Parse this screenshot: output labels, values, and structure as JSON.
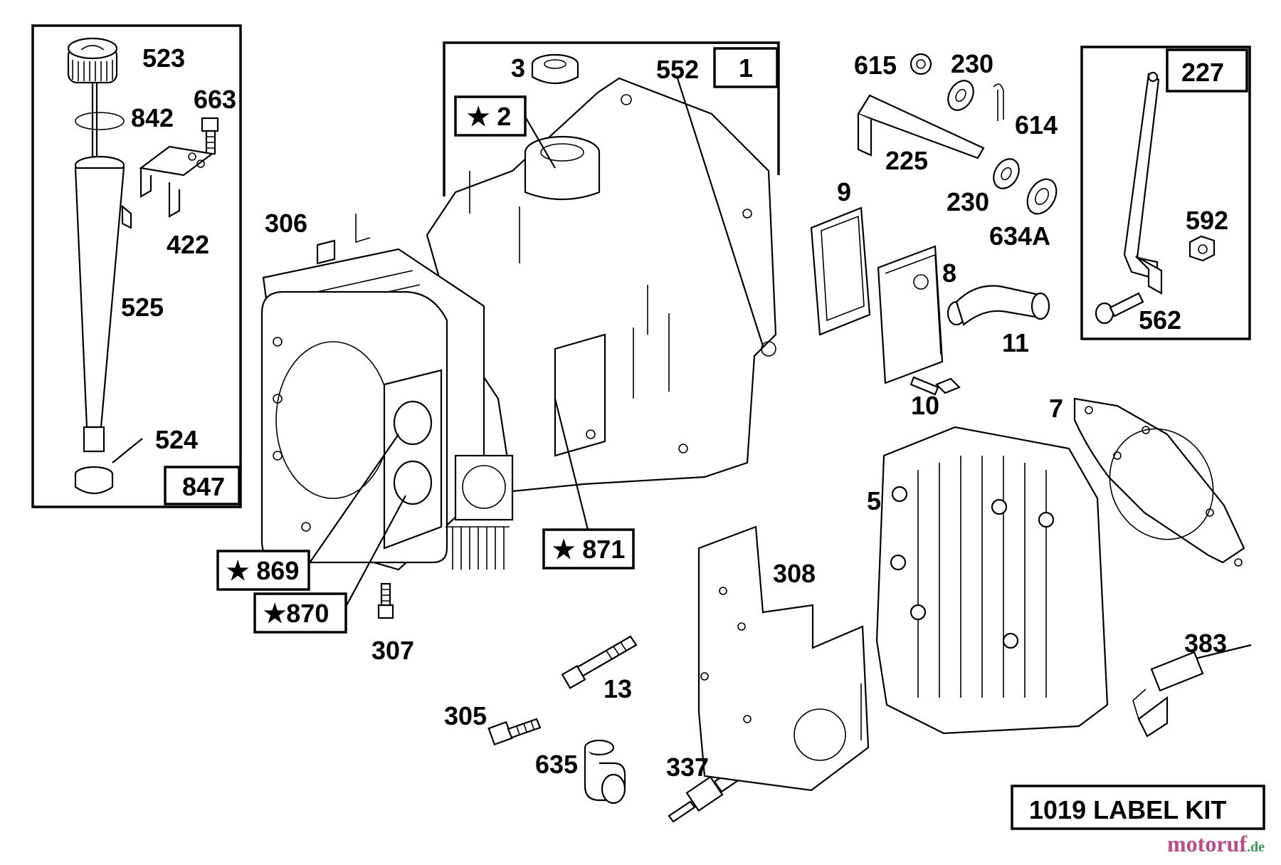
{
  "labels": {
    "p523": "523",
    "p842": "842",
    "p663": "663",
    "p422": "422",
    "p525": "525",
    "p524": "524",
    "p847": "847",
    "p3": "3",
    "p552": "552",
    "p1": "1",
    "p2": "★ 2",
    "p306": "306",
    "p871": "★ 871",
    "p869": "★ 869",
    "p870": "★870",
    "p307": "307",
    "p13": "13",
    "p305": "305",
    "p635": "635",
    "p337": "337",
    "p308": "308",
    "p615": "615",
    "p230a": "230",
    "p614": "614",
    "p225": "225",
    "p230b": "230",
    "p634a": "634A",
    "p9": "9",
    "p8": "8",
    "p11": "11",
    "p10": "10",
    "p227": "227",
    "p592": "592",
    "p562": "562",
    "p7": "7",
    "p5": "5",
    "p383": "383",
    "label_kit": "1019 LABEL KIT"
  },
  "watermark": {
    "brand": "motoruf",
    "tld": ".de",
    "colors": {
      "brand": "#b84d88",
      "tld": "#3c9a57"
    }
  }
}
